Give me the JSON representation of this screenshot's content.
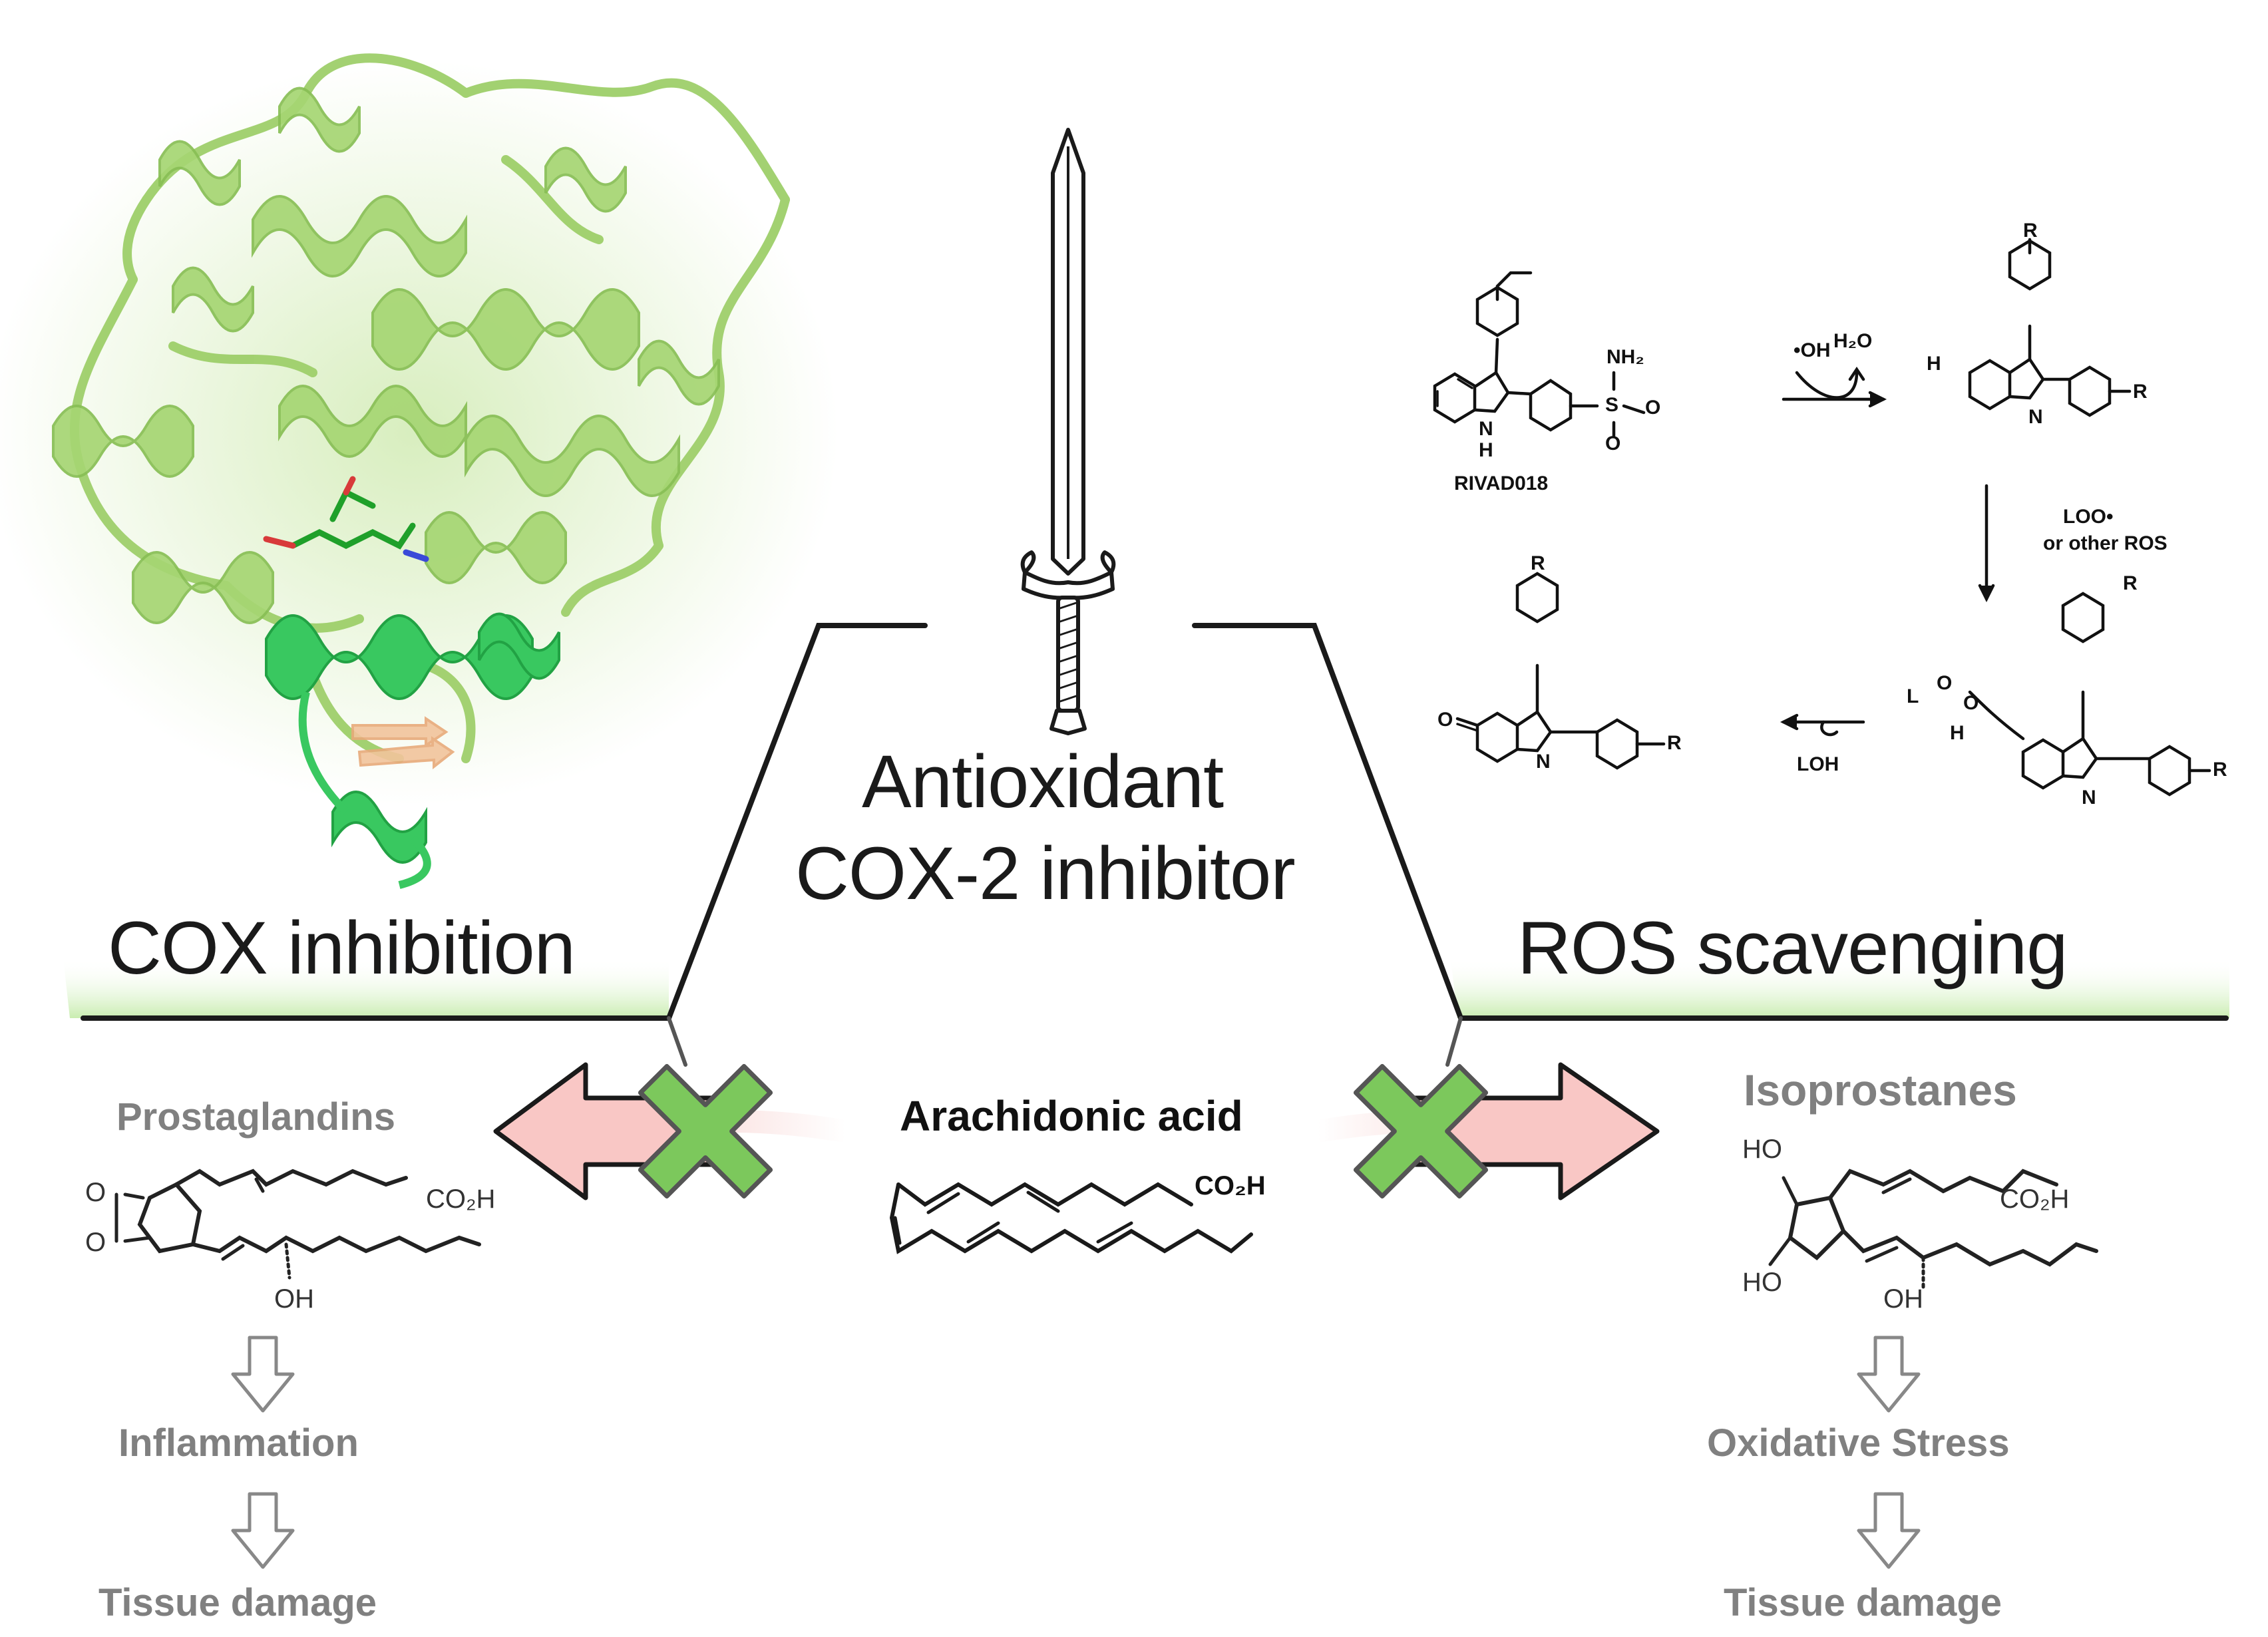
{
  "center": {
    "title_line1": "Antioxidant",
    "title_line2": "COX-2 inhibitor",
    "substrate_label": "Arachidonic acid",
    "substrate_group": "CO₂H"
  },
  "left": {
    "heading": "COX inhibition",
    "product_label": "Prostaglandins",
    "product_group": "CO₂H",
    "product_oh": "OH",
    "product_o_top": "O",
    "product_o_bottom": "O",
    "step1": "Inflammation",
    "step2": "Tissue damage"
  },
  "right": {
    "heading": "ROS scavenging",
    "product_label": "Isoprostanes",
    "product_group": "CO₂H",
    "ho_top": "HO",
    "ho_bottom": "HO",
    "product_oh": "OH",
    "step1": "Oxidative Stress",
    "step2": "Tissue damage"
  },
  "scheme": {
    "compound_name": "RIVAD018",
    "nh2": "NH₂",
    "s": "S",
    "o_right": "O",
    "o_bottom": "O",
    "n_h": "N",
    "h_below": "H",
    "oh_radical": "•OH",
    "water": "H₂O",
    "r_label": "R",
    "h_radical": "H",
    "n": "N",
    "ros_line1": "LOO•",
    "ros_line2": "or other ROS",
    "loh": "LOH",
    "l_label": "L",
    "o_label": "O",
    "ketone_o": "O",
    "h3": "H"
  },
  "colors": {
    "protein": "#9ecf6a",
    "protein_dark": "#2fbf4f",
    "arrow_fill": "#f9c7c5",
    "cross_fill": "#7cc85c",
    "heading_band": "#dff5cf"
  }
}
